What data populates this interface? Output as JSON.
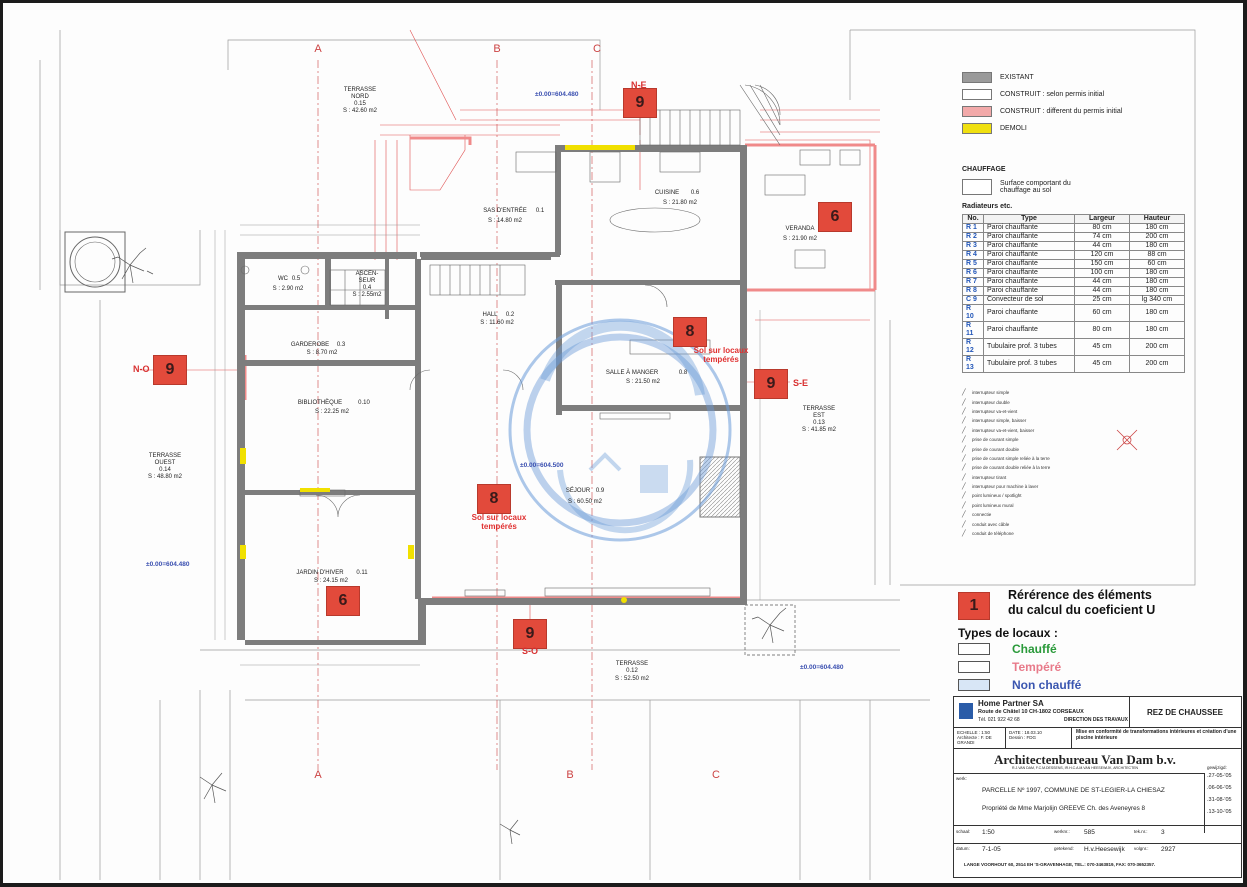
{
  "rooms": [
    {
      "id": "terrasse-nord",
      "name": "TERRASSE\nNORD",
      "num": "0.15",
      "area": "S : 42.60 m2"
    },
    {
      "id": "sas",
      "name": "SAS D'ENTRÉE",
      "num": "0.1",
      "area": "S : 14.80 m2"
    },
    {
      "id": "cuisine",
      "name": "CUISINE",
      "num": "0.6",
      "area": "S : 21.80 m2"
    },
    {
      "id": "veranda",
      "name": "VERANDA",
      "num": "",
      "area": "S : 21.90 m2"
    },
    {
      "id": "wc",
      "name": "WC",
      "num": "0.5",
      "area": "S : 2.90 m2"
    },
    {
      "id": "ascenseur",
      "name": "ASCEN-\nSEUR",
      "num": "0.4",
      "area": "S : 2.55m2"
    },
    {
      "id": "garderobe",
      "name": "GARDEROBE",
      "num": "0.3",
      "area": "S : 8.70 m2"
    },
    {
      "id": "hall",
      "name": "HALL",
      "num": "0.2",
      "area": "S : 11.60 m2"
    },
    {
      "id": "salle-manger",
      "name": "SALLE À MANGER",
      "num": "0.8",
      "area": "S : 21.50 m2"
    },
    {
      "id": "bibliotheque",
      "name": "BIBLIOTHÈQUE",
      "num": "0.10",
      "area": "S : 22.25 m2"
    },
    {
      "id": "terrasse-est",
      "name": "TERRASSE\nEST",
      "num": "0.13",
      "area": "S : 41.85 m2"
    },
    {
      "id": "terrasse-ouest",
      "name": "TERRASSE\nOUEST",
      "num": "0.14",
      "area": "S : 48.80 m2"
    },
    {
      "id": "sejour",
      "name": "SÉJOUR",
      "num": "0.9",
      "area": "S : 60.50 m2"
    },
    {
      "id": "jardin",
      "name": "JARDIN D'HIVER",
      "num": "0.11",
      "area": "S : 24.15 m2"
    },
    {
      "id": "terrasse-sud",
      "name": "TERRASSE",
      "num": "0.12",
      "area": "S : 52.50 m2"
    }
  ],
  "badges": [
    {
      "id": "b9-ne",
      "label": "9"
    },
    {
      "id": "b6-veranda",
      "label": "6"
    },
    {
      "id": "b8-manger",
      "label": "8"
    },
    {
      "id": "b9-no",
      "label": "9"
    },
    {
      "id": "b9-se",
      "label": "9"
    },
    {
      "id": "b8-sejour",
      "label": "8"
    },
    {
      "id": "b6-jardin",
      "label": "6"
    },
    {
      "id": "b9-so",
      "label": "9"
    }
  ],
  "red_labels": {
    "manger": "Sol sur locaux\ntempérés",
    "sejour": "Sol sur locaux\ntempérés"
  },
  "orientations": {
    "ne": "N-E",
    "no": "N-O",
    "se": "S-E",
    "so": "S-O"
  },
  "levels": {
    "top": "±0.00=604.480",
    "left": "±0.00=604.480",
    "center": "±0.00=604.500",
    "bottom_right": "±0.00=604.480"
  },
  "section_marks": [
    "A",
    "B",
    "C"
  ],
  "legend": {
    "items": [
      {
        "label": "EXISTANT",
        "color": "#9a9a9a"
      },
      {
        "label": "CONSTRUIT : selon permis initial",
        "color": "#ffffff"
      },
      {
        "label": "CONSTRUIT : different du permis initial",
        "color": "#f2a9a9"
      },
      {
        "label": "DEMOLI",
        "color": "#f0e010"
      }
    ],
    "chauffage_title": "CHAUFFAGE",
    "chauffage_desc": "Surface comportant du chauffage au sol",
    "radiateurs_title": "Radiateurs etc.",
    "rad_headers": [
      "No.",
      "Type",
      "Largeur",
      "Hauteur"
    ],
    "radiators": [
      [
        "R 1",
        "Paroi chauffante",
        "80 cm",
        "180 cm"
      ],
      [
        "R 2",
        "Paroi chauffante",
        "74 cm",
        "200 cm"
      ],
      [
        "R 3",
        "Paroi chauffante",
        "44 cm",
        "180 cm"
      ],
      [
        "R 4",
        "Paroi chauffante",
        "120 cm",
        "88 cm"
      ],
      [
        "R 5",
        "Paroi chauffante",
        "150 cm",
        "60 cm"
      ],
      [
        "R 6",
        "Paroi chauffante",
        "100 cm",
        "180 cm"
      ],
      [
        "R 7",
        "Paroi chauffante",
        "44 cm",
        "180 cm"
      ],
      [
        "R 8",
        "Paroi chauffante",
        "44 cm",
        "180 cm"
      ],
      [
        "C 9",
        "Convecteur de sol",
        "25 cm",
        "lg 340 cm"
      ],
      [
        "R 10",
        "Paroi chauffante",
        "60 cm",
        "180 cm"
      ],
      [
        "R 11",
        "Paroi chauffante",
        "80 cm",
        "180 cm"
      ],
      [
        "R 12",
        "Tubulaire prof. 3 tubes",
        "45 cm",
        "200 cm"
      ],
      [
        "R 13",
        "Tubulaire prof. 3 tubes",
        "45 cm",
        "200 cm"
      ]
    ],
    "symbols": [
      "interrupteur simple",
      "interrupteur double",
      "interrupteur va-et-vient",
      "interrupteur simple, baisser",
      "interrupteur va-et-vient, baisser",
      "prise de courant simple",
      "prise de courant double",
      "prise de courant simple reliée à la terre",
      "prise de courant double reliée à la terre",
      "interrupteur tirant",
      "interrupteur pour machine à laver",
      "point lumineux / spotlight",
      "point lumineux mural",
      "connectie",
      "conduit avec câble",
      "conduit de téléphone"
    ]
  },
  "reference": {
    "badge": "1",
    "title": "Rérérence des éléments\ndu calcul du coeficient U",
    "types_title": "Types de locaux :",
    "types": [
      {
        "label": "Chauffé",
        "color": "#2a9a3a",
        "box": "#ffffff"
      },
      {
        "label": "Tempéré",
        "color": "#e87a8a",
        "box": "#ffffff"
      },
      {
        "label": "Non chauffé",
        "color": "#3a56b0",
        "box": "#d8e6f6"
      }
    ]
  },
  "title_block": {
    "company": "Home Partner SA",
    "address": "Route de Châtel 10   CH-1802 CORSEAUX",
    "tel": "Tél. 021 922 42 68",
    "direction": "DIRECTION DES TRAVAUX",
    "sheet_name": "REZ DE CHAUSSEE",
    "echelle": "ECHELLE : 1:50",
    "architecte": "Architecte : F. DE GRANDI",
    "date": "DATE : 18.03.10",
    "dessin": "Dessin : FDG",
    "desc": "Mise en conformité de transformations intérieures et création d'une piscine intérieure",
    "bureau": "Architectenbureau Van Dam b.v.",
    "bureau_sub": "R.J.VAN DAM, F.C.M.DESSENS, IR.H.C.A.M.VAN HEESEWIJK, ARCHITECTEN",
    "werk_label": "werk:",
    "parcelle": "PARCELLE Nº 1997, COMMUNE DE ST-LEGIER-LA CHIESAZ",
    "propriete": "Propriété de Mme Marjolijn GREEVE  Ch. des Aveneyres 8",
    "gewijzigd_label": "gewijzigd:",
    "gewijzigd": [
      ".27-05-'05",
      ".06-06-'05",
      ".31-08-'05",
      ".13-10-'05"
    ],
    "schaal_label": "schaal:",
    "schaal": "1:50",
    "werknr_label": "werknr.:",
    "werknr": "585",
    "teknr_label": "tek.nr.:",
    "teknr": "3",
    "datum_label": "datum:",
    "datum": "7-1-05",
    "getekend_label": "getekend:",
    "getekend": "H.v.Heesewijk",
    "volgnr_label": "volgnr.:",
    "volgnr": "2927",
    "footer": "LANGE VOORHOUT 60, 2514 EH 'S-GRAVENHAGE, TEL.: 070-3463819, FAX: 070-3652357."
  }
}
